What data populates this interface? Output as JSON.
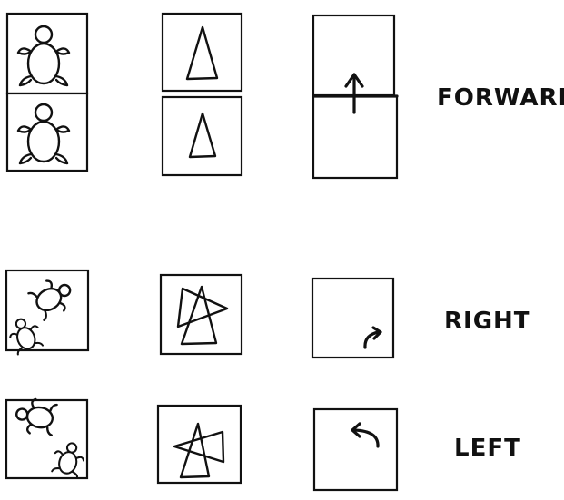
{
  "rows": [
    {
      "id": "forward",
      "label": "FORWARD"
    },
    {
      "id": "right",
      "label": "RIGHT"
    },
    {
      "id": "left",
      "label": "LEFT"
    }
  ],
  "columns": [
    "turtle",
    "triangle-pointer",
    "arrow"
  ],
  "icons": {
    "turtle": "turtle-icon",
    "triangle": "triangle-pointer-icon",
    "arrow_forward": "arrow-up-icon",
    "arrow_right": "curved-arrow-right-icon",
    "arrow_left": "curved-arrow-left-icon"
  },
  "colors": {
    "ink": "#111111",
    "background": "#ffffff"
  }
}
